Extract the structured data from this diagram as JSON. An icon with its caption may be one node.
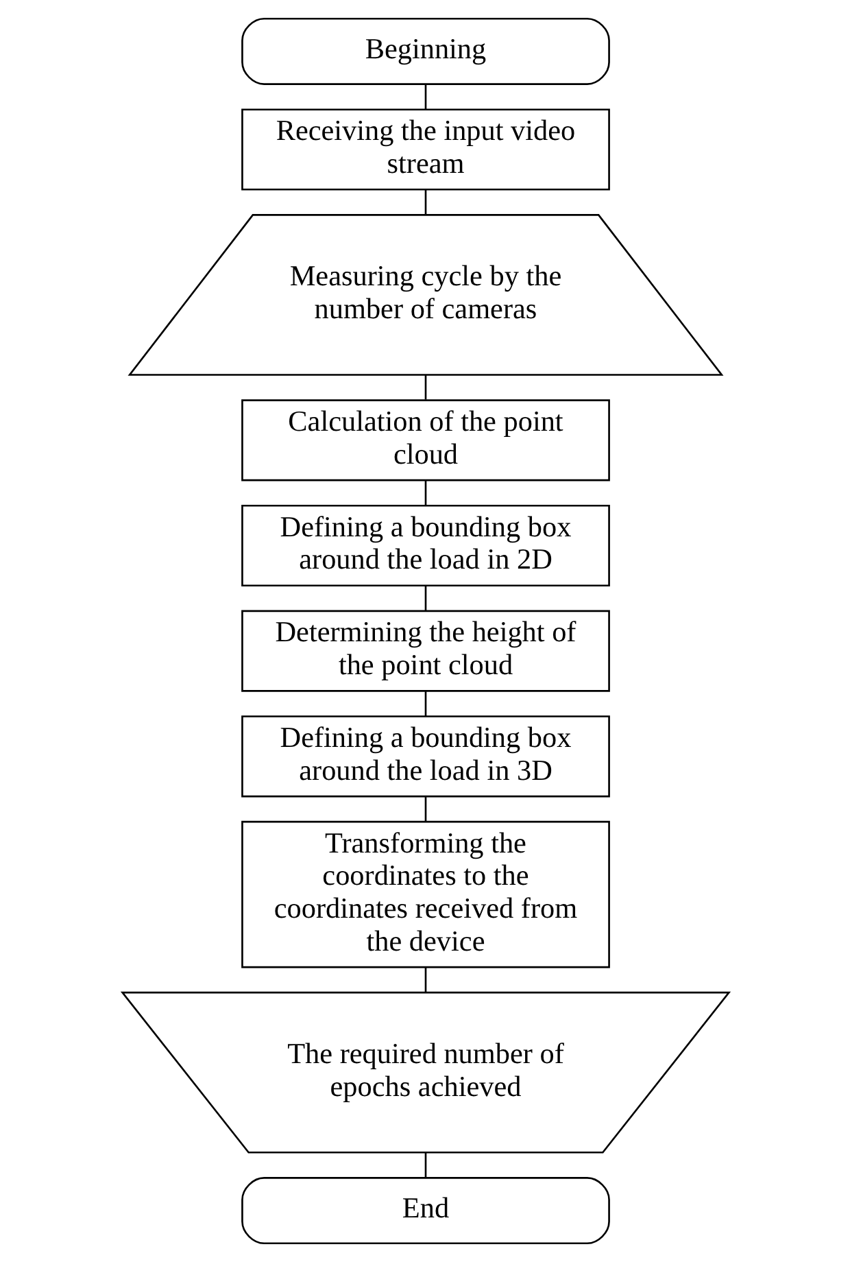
{
  "diagram": {
    "nodes": [
      {
        "text": [
          "Beginning"
        ]
      },
      {
        "text": [
          "Receiving the input video stream"
        ]
      },
      {
        "text": [
          "Measuring cycle by the number of cameras"
        ]
      },
      {
        "text": [
          "Calculation of the point cloud"
        ]
      },
      {
        "text": [
          "Defining a bounding box around the load in 2D"
        ]
      },
      {
        "text": [
          "Determining the height of the point cloud"
        ]
      },
      {
        "text": [
          "Defining a bounding box around the load in 3D"
        ]
      },
      {
        "text": [
          "Transforming the coordinates to the coordinates received from the device"
        ]
      },
      {
        "text": [
          "The required number of epochs achieved"
        ]
      },
      {
        "text": [
          "End"
        ]
      }
    ],
    "edges": [
      {
        "from": 0,
        "to": 1,
        "arrow": "none"
      },
      {
        "from": 1,
        "to": 2,
        "arrow": "none"
      },
      {
        "from": 2,
        "to": 3,
        "arrow": "none"
      },
      {
        "from": 3,
        "to": 4,
        "arrow": "none"
      },
      {
        "from": 4,
        "to": 5,
        "arrow": "none"
      },
      {
        "from": 5,
        "to": 6,
        "arrow": "none"
      },
      {
        "from": 6,
        "to": 7,
        "arrow": "none"
      },
      {
        "from": 7,
        "to": 8,
        "arrow": "none"
      },
      {
        "from": 8,
        "to": 9,
        "arrow": "none"
      }
    ]
  }
}
